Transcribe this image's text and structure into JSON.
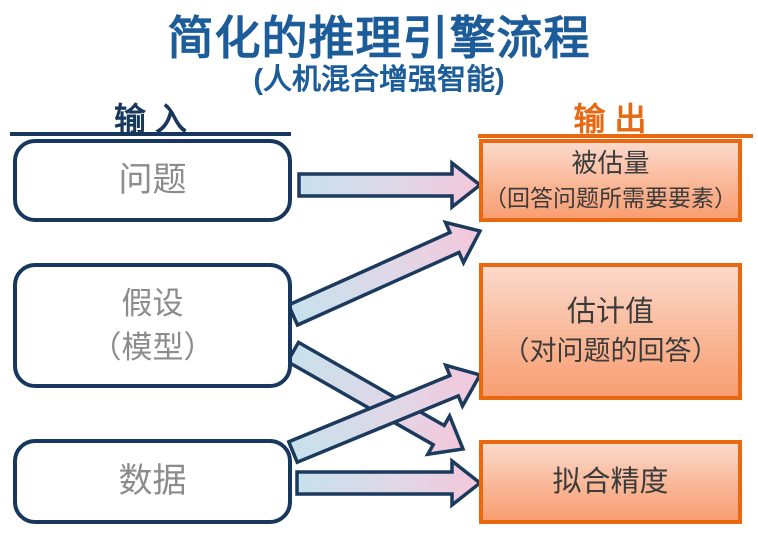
{
  "title": {
    "text": "简化的推理引擎流程",
    "subtitle": "(人机混合增强智能)"
  },
  "columns": {
    "input": {
      "label": "输 入"
    },
    "output": {
      "label": "输 出"
    }
  },
  "input_boxes": {
    "question": {
      "line1": "问题"
    },
    "hypothesis": {
      "line1": "假设",
      "line2": "（模型）"
    },
    "data": {
      "line1": "数据"
    }
  },
  "output_boxes": {
    "estimand": {
      "line1": "被估量",
      "line2": "（回答问题所需要要素）"
    },
    "estimate": {
      "line1": "估计值",
      "line2": "（对问题的回答）"
    },
    "fit": {
      "line1": "拟合精度"
    }
  },
  "connections": [
    {
      "from": "问题",
      "to": "被估量"
    },
    {
      "from": "假设（模型）",
      "to": "被估量"
    },
    {
      "from": "假设（模型）",
      "to": "拟合精度"
    },
    {
      "from": "数据",
      "to": "估计值"
    },
    {
      "from": "数据",
      "to": "拟合精度"
    }
  ],
  "colors": {
    "title_blue": "#1C5C99",
    "navy": "#17375E",
    "orange_border": "#E8690F",
    "orange_header": "#E56A14",
    "input_text_gray": "#8C8C8C",
    "output_text": "#3B3B3B",
    "arrow_tail_blue": "#C7E1EC",
    "arrow_head_pink": "#F4C7DA",
    "output_fill_top": "#FBD9CB",
    "output_fill_bottom": "#F99E73"
  }
}
